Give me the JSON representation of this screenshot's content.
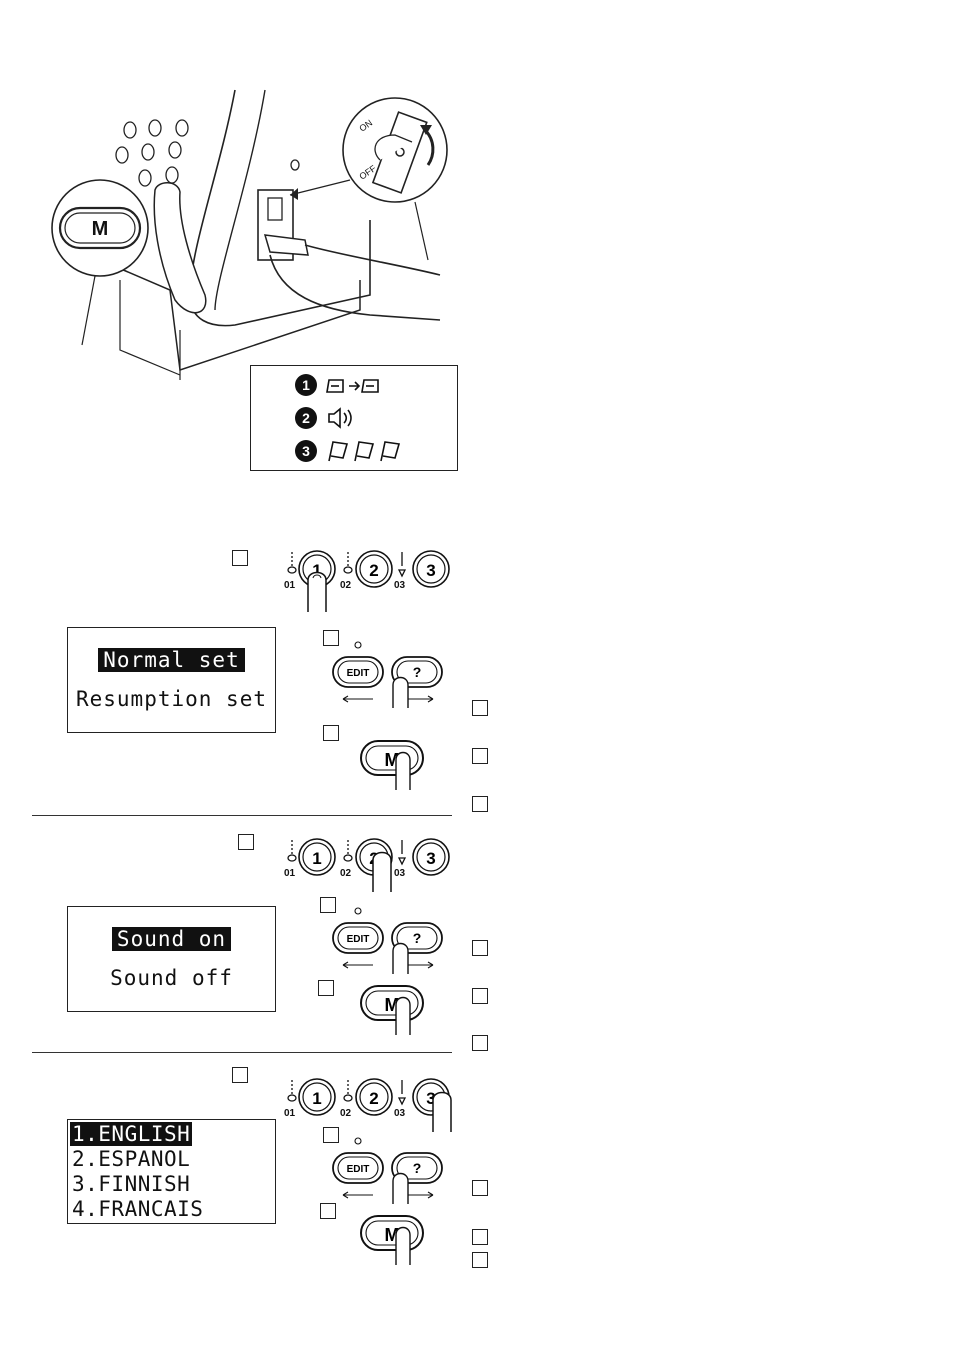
{
  "m_key": {
    "label": "M"
  },
  "switch_callout": {
    "on_label": "ON",
    "off_label": "OFF"
  },
  "function_panel": {
    "items": [
      {
        "number": "1",
        "icon": "memory-resume-icon"
      },
      {
        "number": "2",
        "icon": "sound-icon"
      },
      {
        "number": "3",
        "icon": "language-flag-icon"
      }
    ]
  },
  "pattern_keys": {
    "labels": [
      "1",
      "2",
      "3"
    ],
    "codes": [
      "01",
      "02",
      "03"
    ]
  },
  "control_keys": {
    "edit_label": "EDIT",
    "help_label": "?",
    "memory_label": "M"
  },
  "section_resumption": {
    "lcd": {
      "selected": "Normal set",
      "option": "Resumption set"
    }
  },
  "section_sound": {
    "lcd": {
      "selected": "Sound on",
      "option": "Sound off"
    }
  },
  "section_language": {
    "lcd": {
      "items": [
        "1.ENGLISH",
        "2.ESPANOL",
        "3.FINNISH",
        "4.FRANCAIS"
      ]
    }
  },
  "colors": {
    "ink": "#111111",
    "paper": "#ffffff"
  }
}
